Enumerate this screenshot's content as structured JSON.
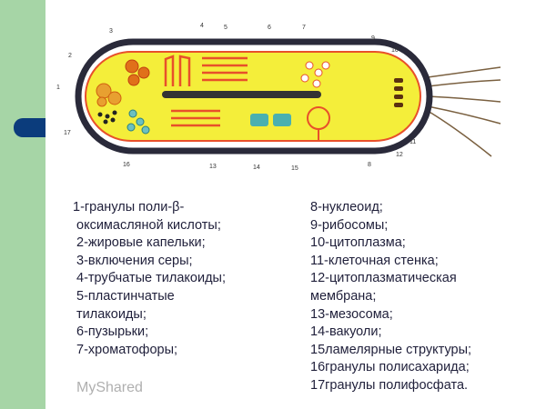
{
  "diagram": {
    "labels": [
      "1",
      "2",
      "3",
      "4",
      "5",
      "6",
      "7",
      "8",
      "9",
      "10",
      "11",
      "12",
      "13",
      "14",
      "15",
      "16",
      "17"
    ],
    "colors": {
      "cytoplasm": "#f4ee3a",
      "membrane": "#e8502a",
      "wall": "#2a2a3a",
      "granules": "#e0701a",
      "vacuole": "#4ab0b0",
      "accent": "#0b3c7c",
      "strip": "#a6d5a6"
    }
  },
  "legend": {
    "left": [
      "1-гранулы поли-β-",
      "оксимасляной кислоты;",
      "2-жировые капельки;",
      "3-включения серы;",
      "4-трубчатые тилакоиды;",
      "5-пластинчатые",
      "тилакоиды;",
      "6-пузырьки;",
      "7-хроматофоры;"
    ],
    "right": [
      "8-нуклеоид;",
      "9-рибосомы;",
      "10-цитоплазма;",
      "11-клеточная стенка;",
      "12-цитоплазматическая",
      "мембрана;",
      "13-мезосома;",
      "14-вакуоли;",
      "15ламелярные структуры;",
      "16гранулы полисахарида;",
      "17гранулы полифосфата."
    ]
  },
  "watermark": "MyShared"
}
